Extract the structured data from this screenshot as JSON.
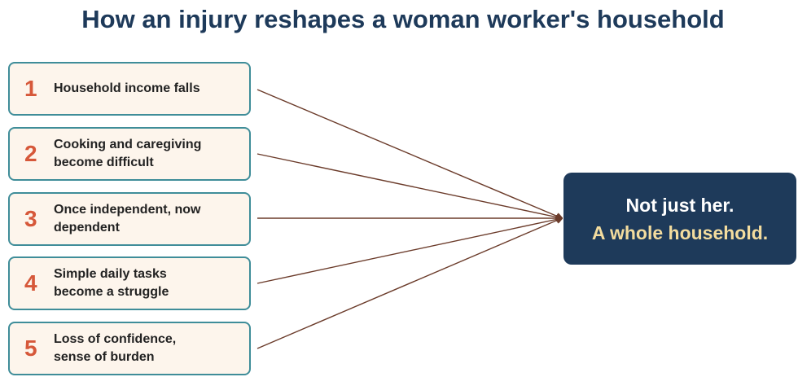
{
  "title": "How an injury reshapes a woman worker's household",
  "steps": [
    {
      "number": "1",
      "text": "Household income falls"
    },
    {
      "number": "2",
      "text": "Cooking and caregiving become difficult"
    },
    {
      "number": "3",
      "text": "Once independent, now dependent"
    },
    {
      "number": "4",
      "text": "Simple daily tasks become a struggle"
    },
    {
      "number": "5",
      "text": "Loss of confidence, sense of burden"
    }
  ],
  "target": {
    "line1": "Not just her.",
    "line2": "A whole household."
  },
  "colors": {
    "title": "#1e3a5a",
    "number": "#d6583a",
    "box_fill": "#fdf5ec",
    "box_border": "#3f8d99",
    "target_fill": "#1e3a5a",
    "target_highlight": "#f3dc9e",
    "arrow": "#6b3b2a"
  }
}
